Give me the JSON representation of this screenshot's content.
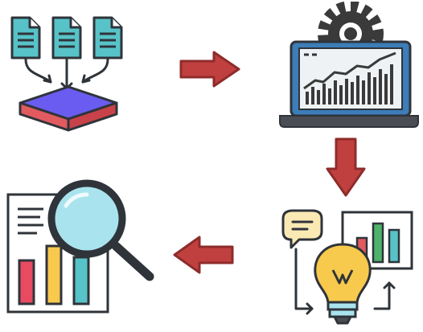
{
  "diagram": {
    "steps": [
      {
        "icon": "documents-to-database-icon"
      },
      {
        "icon": "laptop-analytics-gear-icon"
      },
      {
        "icon": "insight-lightbulb-chart-icon"
      },
      {
        "icon": "magnifier-report-chart-icon"
      }
    ],
    "arrows": [
      {
        "direction": "right",
        "icon": "arrow-right-icon"
      },
      {
        "direction": "down",
        "icon": "arrow-down-icon"
      },
      {
        "direction": "left",
        "icon": "arrow-left-icon"
      }
    ],
    "colors": {
      "arrow": "#c0403f",
      "arrow_dark": "#8e2c2b",
      "outline": "#2f343a",
      "teal": "#57c3c8",
      "purple": "#6a5cf0",
      "red": "#e05a5f",
      "yellow": "#f7c94d",
      "light_blue": "#a9e4ee",
      "laptop_blue": "#3d7db8"
    }
  }
}
